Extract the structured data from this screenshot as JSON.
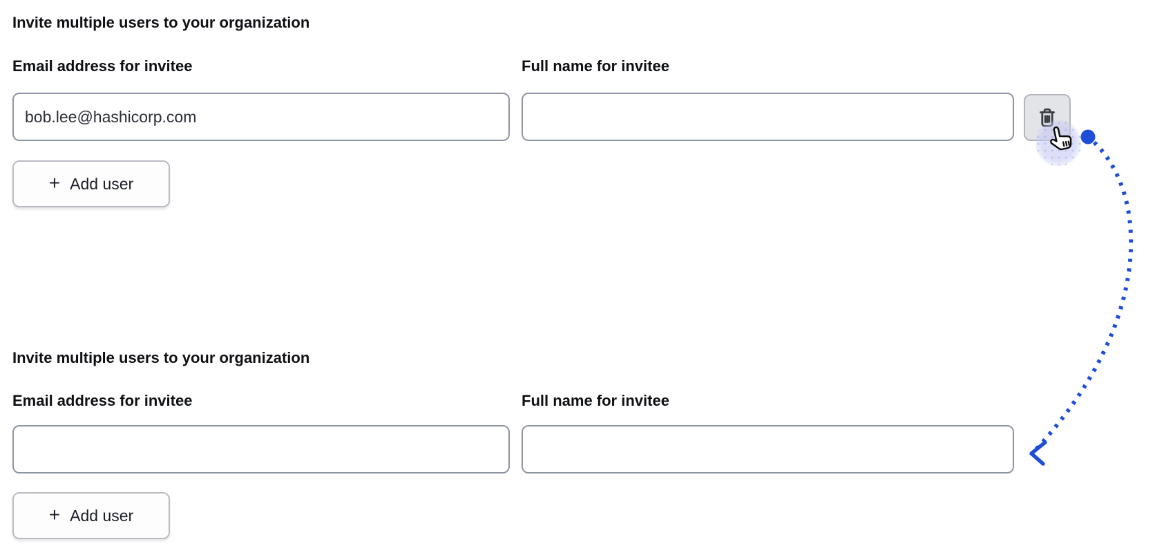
{
  "sections": [
    {
      "heading": "Invite multiple users to your organization",
      "fields": [
        {
          "label": "Email address for invitee",
          "value": "bob.lee@hashicorp.com"
        },
        {
          "label": "Full name for invitee",
          "value": ""
        }
      ],
      "add_button": {
        "icon": "plus-icon",
        "glyph": "+",
        "label": "Add user"
      },
      "delete_button": {
        "icon": "trash-icon"
      }
    },
    {
      "heading": "Invite multiple users to your organization",
      "fields": [
        {
          "label": "Email address for invitee",
          "value": ""
        },
        {
          "label": "Full name for invitee",
          "value": ""
        }
      ],
      "add_button": {
        "icon": "plus-icon",
        "glyph": "+",
        "label": "Add user"
      }
    }
  ],
  "annotation": {
    "type": "dotted-curved-arrow",
    "from": "delete-row-button",
    "to": "second-form-row",
    "cursor": "pointing-hand"
  },
  "colors": {
    "accent_blue": "#1e4ed8",
    "halo_lavender": "#c6caf3",
    "input_border": "#9095a3",
    "button_border": "#b9bcc3",
    "delete_button_bg": "#e3e4e7",
    "icon_dark": "#3a3d44",
    "text_dark": "#0e1014"
  }
}
